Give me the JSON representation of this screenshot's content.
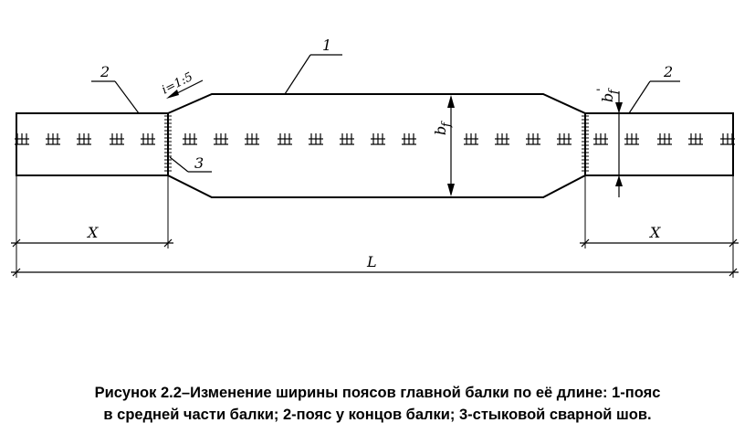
{
  "diagram": {
    "labels": {
      "middle_flange": "1",
      "end_flange_left": "2",
      "end_flange_right": "2",
      "weld": "3",
      "slope": "i=1:5",
      "width_middle": "b",
      "width_middle_sub": "f",
      "width_end": "b",
      "width_end_sub": "f",
      "width_end_prime": "'",
      "end_length_left": "X",
      "end_length_right": "X",
      "total_length": "L"
    }
  },
  "caption": {
    "line1": "Рисунок 2.2–Изменение ширины поясов главной балки по её длине: 1-пояс",
    "line2": "в средней части балки; 2-пояс у концов балки; 3-стыковой сварной шов."
  }
}
